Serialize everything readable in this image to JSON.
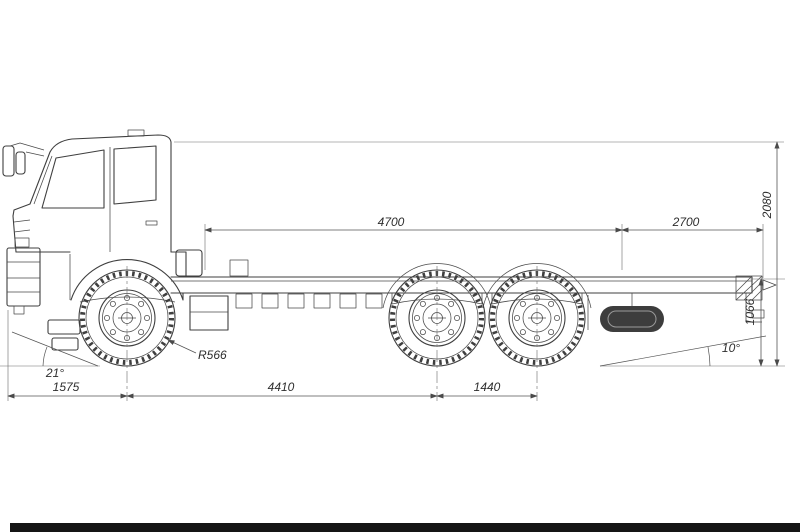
{
  "drawing": {
    "subject": "truck-chassis-side-view-technical-drawing",
    "colors": {
      "line": "#3f3f3f",
      "dimension": "#555555",
      "background": "#ffffff",
      "ground_strip": "#151515"
    },
    "dims": {
      "frame_length": "4700",
      "rear_overhang": "2700",
      "overall_height": "2080",
      "frame_height": "1066",
      "departure_angle": "10°",
      "approach_angle": "21°",
      "front_overhang": "1575",
      "wheelbase": "4410",
      "bogie_spacing": "1440",
      "turning_radius": "R566"
    }
  }
}
